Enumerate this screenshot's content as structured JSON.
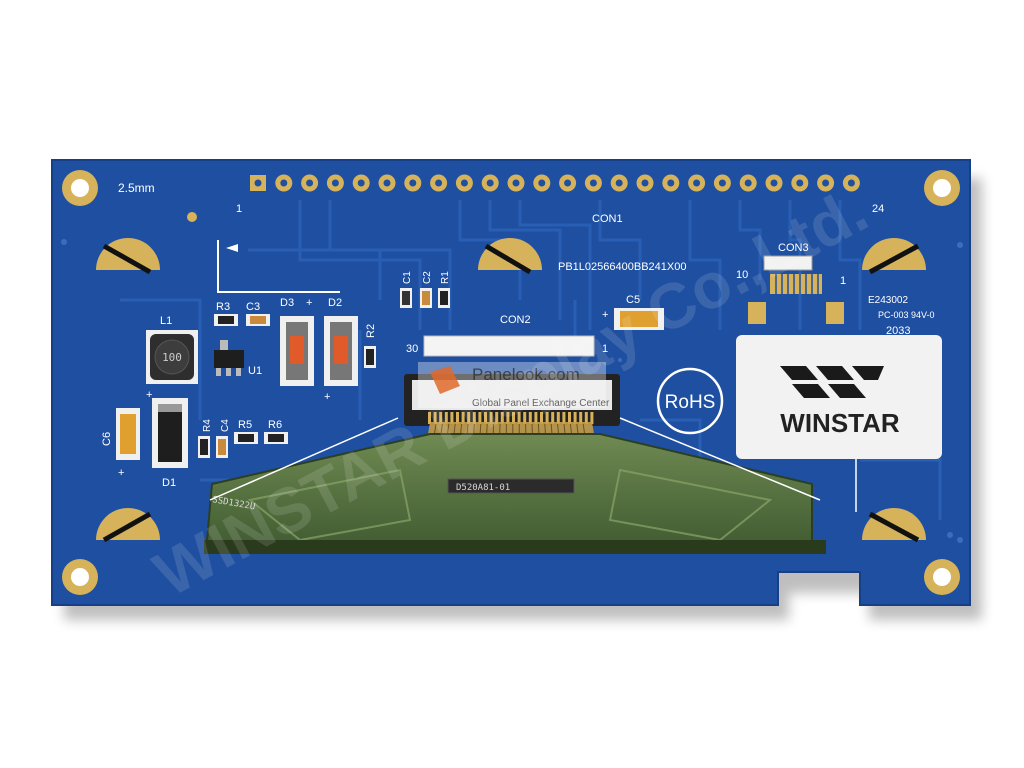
{
  "board": {
    "colors": {
      "pcb": "#1f4fa0",
      "pcb_edge": "#163f86",
      "trace": "#2a60b6",
      "gold": "#d6b25a",
      "silkscreen": "#ffffff",
      "glass": "#4e6b3c",
      "label_bg": "#f2f2f2"
    },
    "silkscreen": {
      "pitch": "2.5mm",
      "con1": "CON1",
      "con1_pin_first": "1",
      "con1_pin_last": "24",
      "pcb_part_number": "PB1L02566400BB241X00",
      "con2": "CON2",
      "con2_pin_first": "30",
      "con2_pin_last": "1",
      "con3": "CON3",
      "con3_pin_first": "10",
      "con3_pin_last": "1",
      "cert_code": "E243002",
      "pcb_grade": "PC-003 94V-0",
      "date_code": "2033",
      "rohs": "RoHS",
      "refs": {
        "c1": "C1",
        "c2": "C2",
        "r1": "R1",
        "r3": "R3",
        "c3": "C3",
        "d3": "D3",
        "d2": "D2",
        "l1": "L1",
        "u1": "U1",
        "r2": "R2",
        "c5": "C5",
        "c6": "C6",
        "d1": "D1",
        "r4": "R4",
        "c4": "C4",
        "r5": "R5",
        "r6": "R6"
      },
      "plus": "+"
    },
    "inductor_marking": "100",
    "driver_ic_marking": "D520A81-01",
    "panel_code": "SSD1322U",
    "brand_label": {
      "name": "WINSTAR"
    },
    "watermark": {
      "site": "Panelook.com",
      "tagline": "Global Panel Exchange Center",
      "diagonal_text": "WINSTAR Display Co.,Ltd."
    }
  }
}
